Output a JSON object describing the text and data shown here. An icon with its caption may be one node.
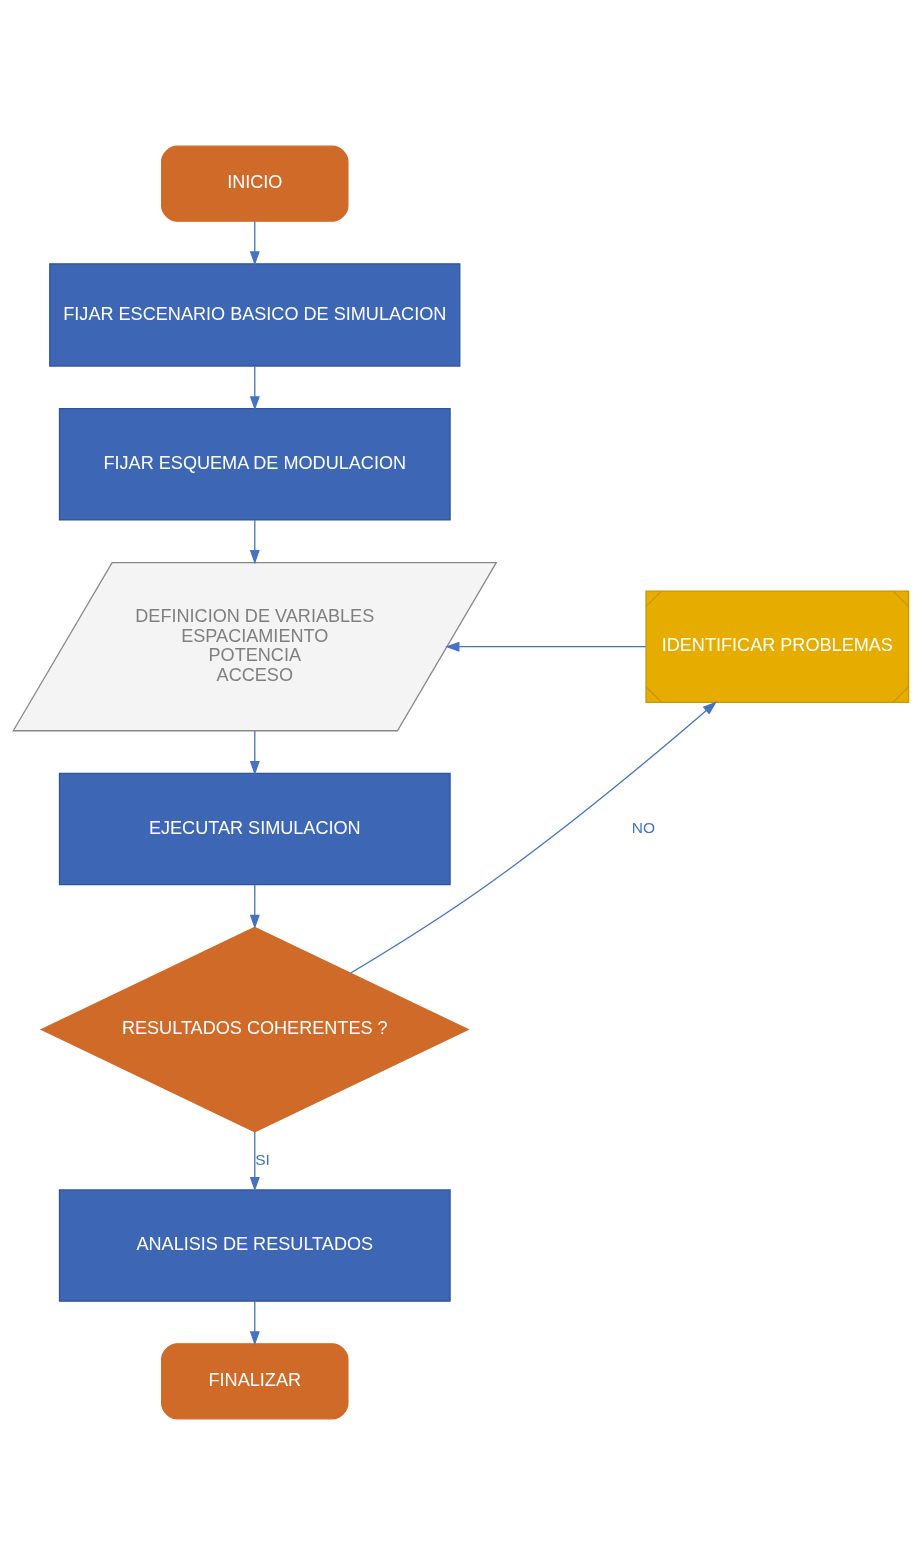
{
  "diagram": {
    "nodes": [
      {
        "text": [
          "INICIO"
        ]
      },
      {
        "text": [
          "FIJAR ESCENARIO BASICO DE SIMULACION"
        ]
      },
      {
        "text": [
          "FIJAR ESQUEMA DE MODULACION"
        ]
      },
      {
        "text": [
          "DEFINICION DE VARIABLES",
          "ESPACIAMIENTO",
          "POTENCIA",
          "ACCESO"
        ]
      },
      {
        "text": [
          "IDENTIFICAR PROBLEMAS"
        ]
      },
      {
        "text": [
          "EJECUTAR SIMULACION"
        ]
      },
      {
        "text": [
          "RESULTADOS COHERENTES ?"
        ]
      },
      {
        "text": [
          "ANALISIS DE RESULTADOS"
        ]
      },
      {
        "text": [
          "FINALIZAR"
        ]
      }
    ],
    "edges": [
      {
        "from": 0,
        "to": 1,
        "arrow": "to"
      },
      {
        "from": 1,
        "to": 2,
        "arrow": "to"
      },
      {
        "from": 2,
        "to": 3,
        "arrow": "to"
      },
      {
        "from": 4,
        "to": 3,
        "arrow": "to"
      },
      {
        "from": 3,
        "to": 5,
        "arrow": "to"
      },
      {
        "from": 5,
        "to": 6,
        "arrow": "to"
      },
      {
        "from": 6,
        "to": 4,
        "arrow": "to",
        "label": "NO"
      },
      {
        "from": 6,
        "to": 7,
        "arrow": "to",
        "label": "SI"
      },
      {
        "from": 7,
        "to": 8,
        "arrow": "to"
      }
    ]
  }
}
